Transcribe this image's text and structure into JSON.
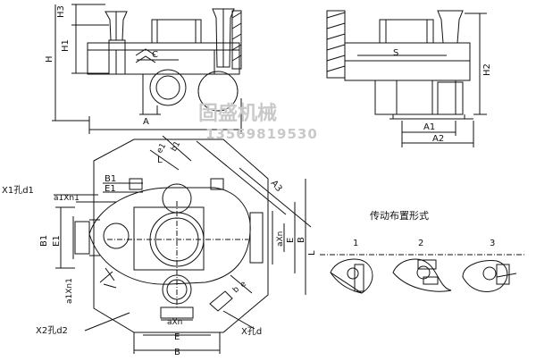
{
  "labels": {
    "H3": "H3",
    "H1": "H1",
    "H": "H",
    "C": "C",
    "A": "A",
    "S": "S",
    "H2": "H2",
    "A1": "A1",
    "A2": "A2",
    "B1": "B1",
    "E1": "E1",
    "X1_hole": "X1孔d1",
    "a1xn1_top": "a1Xn1",
    "e1": "e1",
    "b1": "b1",
    "L": "L",
    "A3": "A3",
    "B1_left": "B1",
    "E1_left": "E1",
    "axn_right": "aXn",
    "E_right": "E",
    "B_right": "B",
    "L_right": "L",
    "a1xn1_left": "a1Xn1",
    "be_b": "b",
    "be_e": "e",
    "X_hole": "X孔d",
    "axn_bottom": "aXn",
    "E_bottom": "E",
    "B_bottom": "B",
    "X2_hole": "X2孔d2"
  },
  "watermark": {
    "company": "固盛机械",
    "phone": "13569819530"
  },
  "drive_layout": {
    "title": "传动布置形式",
    "options": [
      "1",
      "2",
      "3"
    ]
  }
}
